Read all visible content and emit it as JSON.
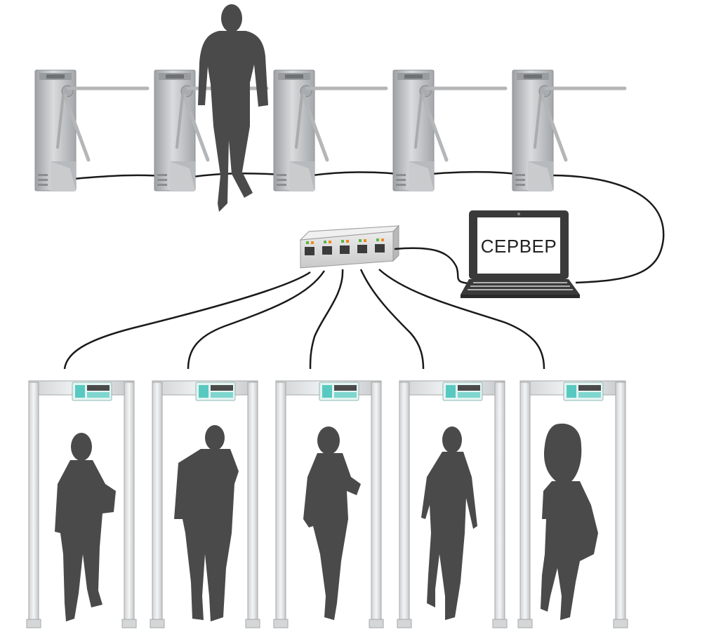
{
  "diagram": {
    "server": {
      "label": "СЕРВЕР"
    },
    "turnstiles": [
      {
        "id": "turnstile-1"
      },
      {
        "id": "turnstile-2"
      },
      {
        "id": "turnstile-3"
      },
      {
        "id": "turnstile-4"
      },
      {
        "id": "turnstile-5"
      }
    ],
    "metal_detectors": [
      {
        "id": "detector-1"
      },
      {
        "id": "detector-2"
      },
      {
        "id": "detector-3"
      },
      {
        "id": "detector-4"
      },
      {
        "id": "detector-5"
      }
    ],
    "hub": {
      "ports": 5
    }
  },
  "colors": {
    "silhouette": "#4a4a4a",
    "cable": "#1a1a1a",
    "steel": "#bfc1c3",
    "hub_body": "#d8d8d8",
    "port_led_green": "#58b848",
    "port_led_orange": "#f08a1c",
    "detector_panel": "#58c9c0"
  }
}
